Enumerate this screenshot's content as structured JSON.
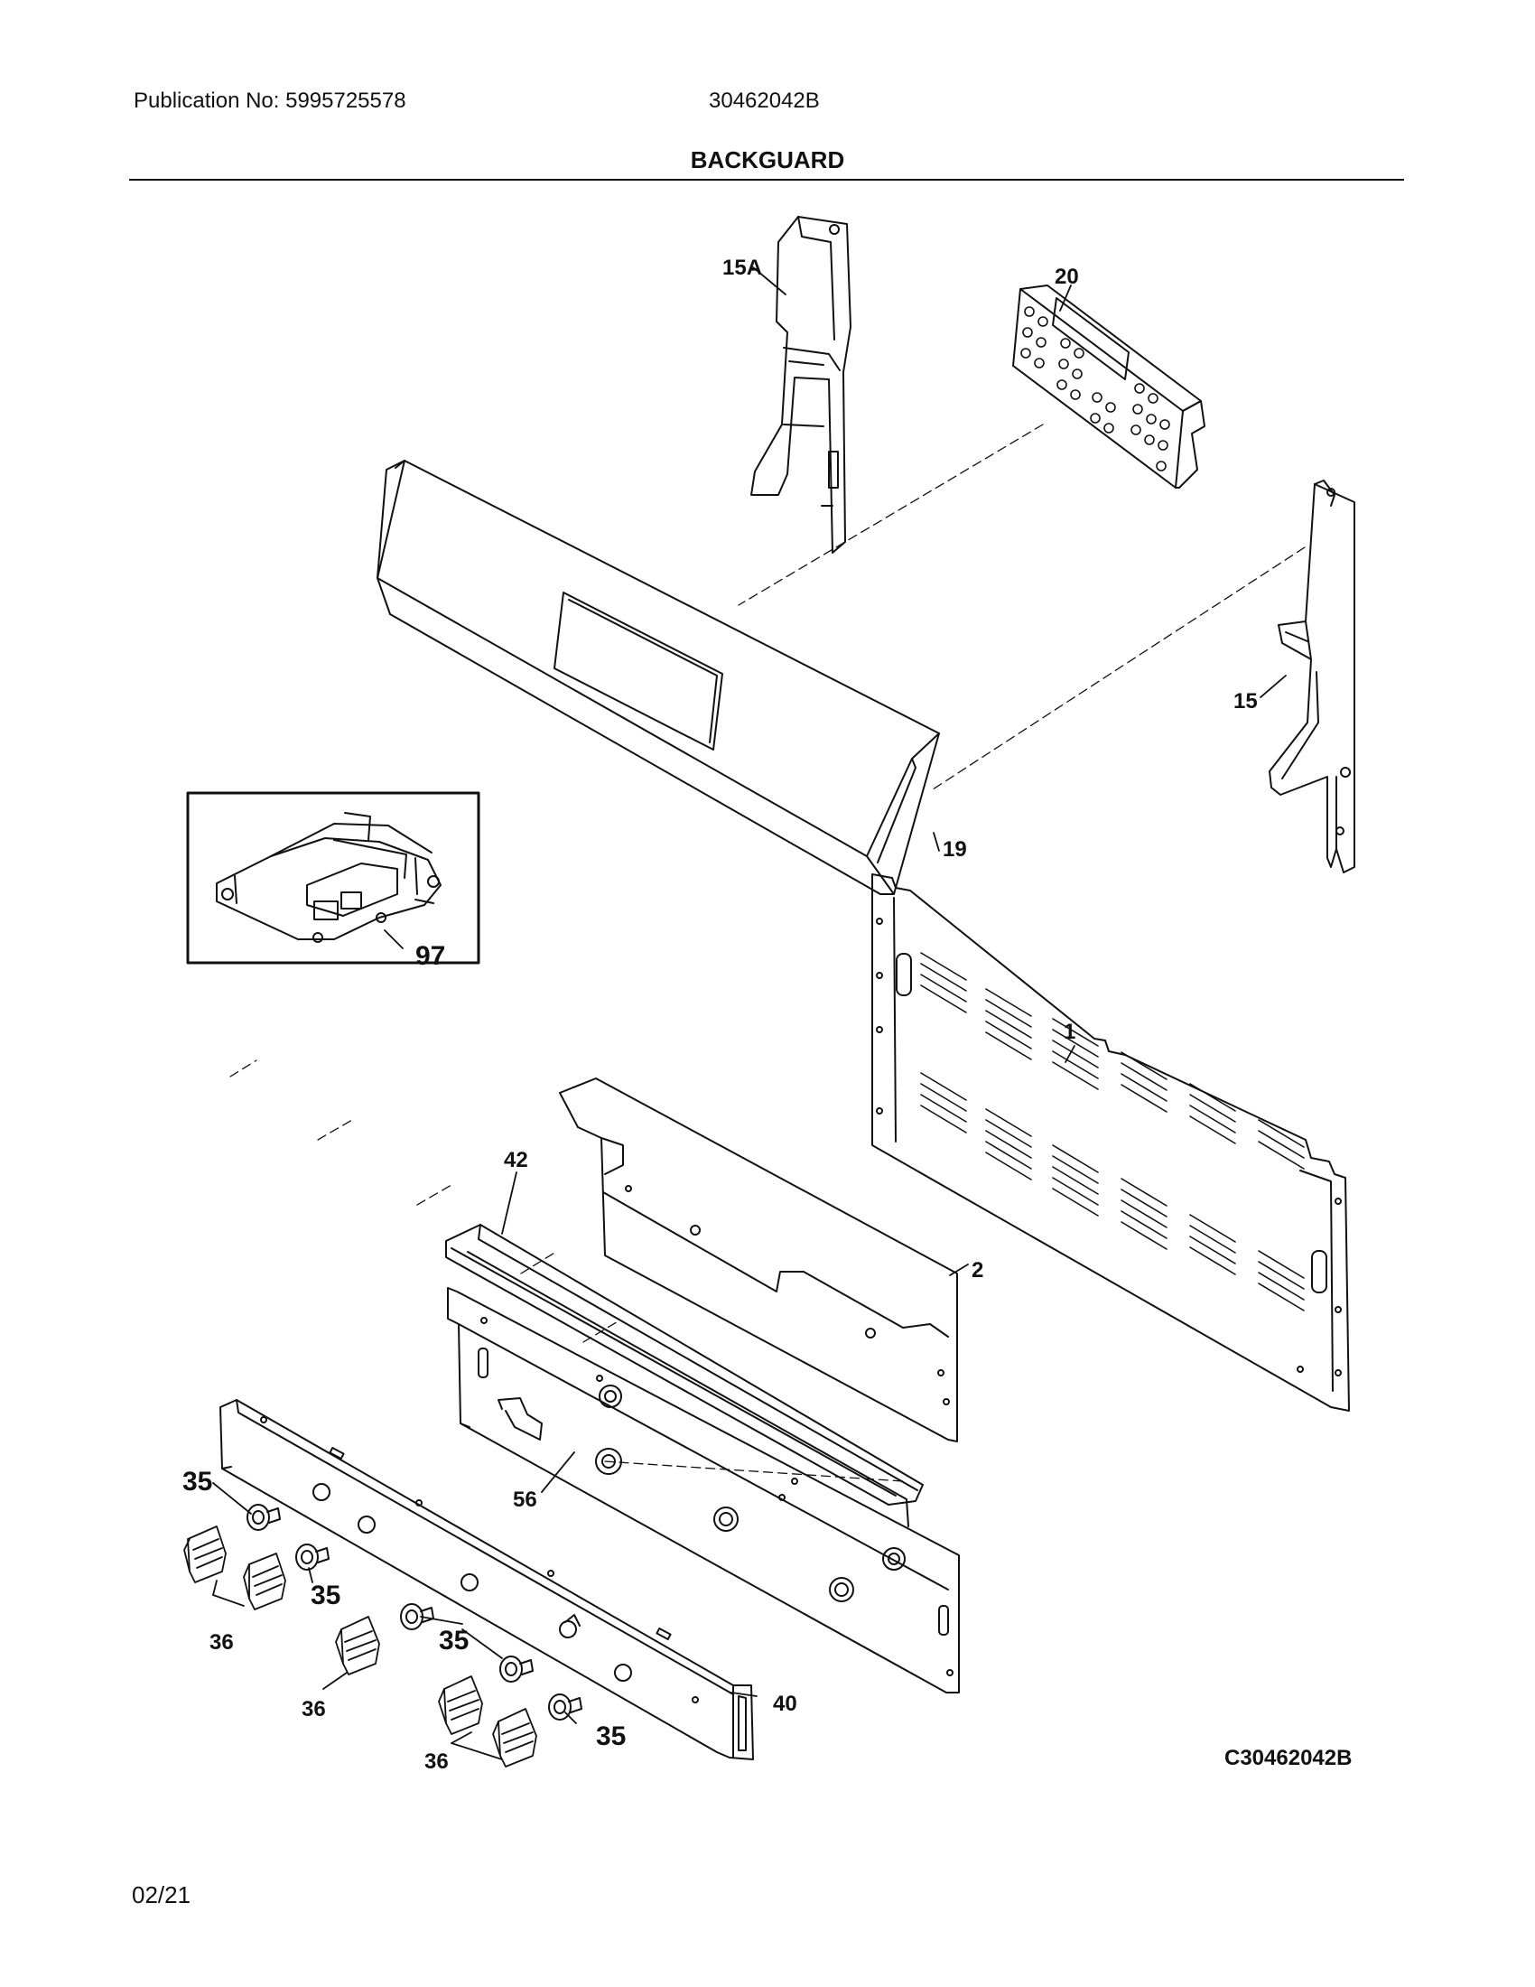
{
  "header": {
    "publication": "Publication No: 5995725578",
    "model": "30462042B",
    "section_title": "BACKGUARD"
  },
  "footer": {
    "date": "02/21",
    "drawing_code": "C30462042B"
  },
  "labels": {
    "p15a": "15A",
    "p20": "20",
    "p15": "15",
    "p19": "19",
    "p97": "97",
    "p1": "1",
    "p42": "42",
    "p2": "2",
    "p56": "56",
    "p40": "40",
    "p35": "35",
    "p36": "36"
  }
}
